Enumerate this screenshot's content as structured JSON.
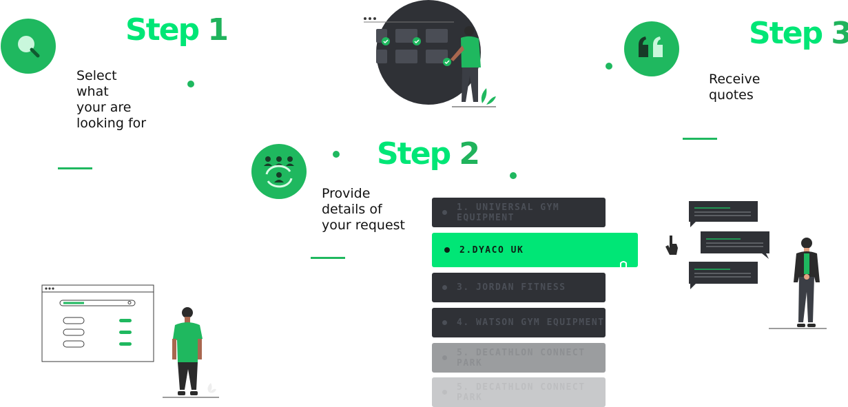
{
  "steps": [
    {
      "word": "Step",
      "num": "1",
      "description": "Select\nwhat\nyour are\nlooking for"
    },
    {
      "word": "Step",
      "num": "2",
      "description": "Provide\ndetails of\nyour request"
    },
    {
      "word": "Step",
      "num": "3",
      "description": "Receive\nquotes"
    }
  ],
  "icons": {
    "step1": "search-icon",
    "step2": "group-refresh-icon",
    "step3": "quote-icon"
  },
  "suppliers": [
    "1. UNIVERSAL GYM EQUIPMENT",
    "2.DYACO UK",
    "3. JORDAN FITNESS",
    "4. WATSON GYM EQUIPMENT",
    "5. DECATHLON CONNECT PARK",
    "5. DECATHLON CONNECT PARK"
  ],
  "colors": {
    "accent": "#00e676",
    "brand": "#1fb85f",
    "dark": "#2f3136",
    "text": "#111111"
  }
}
